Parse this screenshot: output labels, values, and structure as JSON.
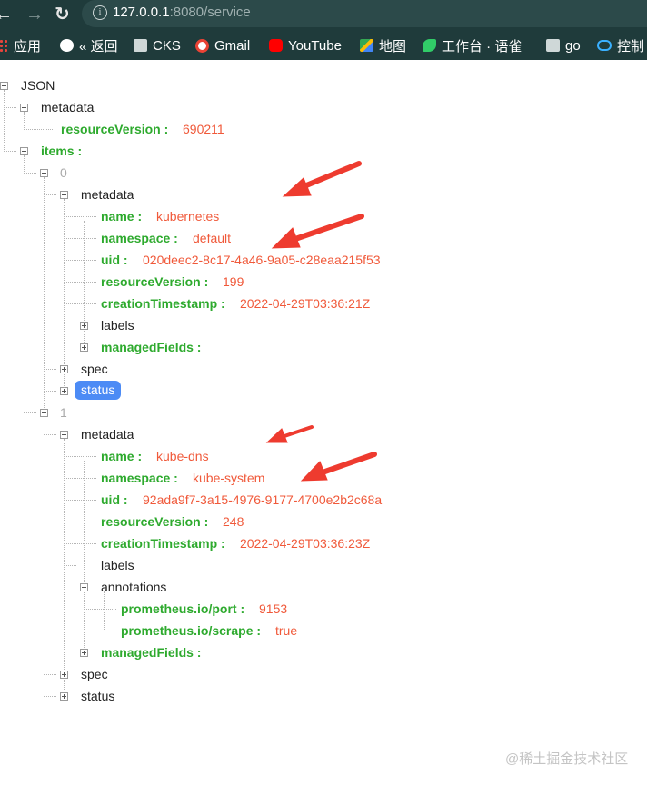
{
  "browser": {
    "nav": {
      "back": "←",
      "forward": "→",
      "reload": "↻"
    },
    "url_host": "127.0.0.1",
    "url_rest": ":8080/service",
    "bookmarks": [
      {
        "label": "应用",
        "icon": "apps-grid-icon",
        "color": "#e8453c"
      },
      {
        "label": "« 返回",
        "icon": "globe-icon",
        "color": "#ffffff"
      },
      {
        "label": "CKS",
        "icon": "folder-icon",
        "color": "#cfd8d8"
      },
      {
        "label": "Gmail",
        "icon": "google-icon",
        "color": "#ffffff"
      },
      {
        "label": "YouTube",
        "icon": "youtube-icon",
        "color": "#ff0000"
      },
      {
        "label": "地图",
        "icon": "maps-icon",
        "color": "#34a853"
      },
      {
        "label": "工作台 · 语雀",
        "icon": "yuque-icon",
        "color": "#31cc68"
      },
      {
        "label": "go",
        "icon": "folder-icon",
        "color": "#cfd8d8"
      },
      {
        "label": "控制",
        "icon": "cloud-icon",
        "color": "#3ab0ff"
      }
    ]
  },
  "tree": {
    "root": "JSON",
    "metadata_label": "metadata",
    "resourceVersion_key": "resourceVersion :",
    "resourceVersion_val": "690211",
    "items_key": "items :",
    "item0": {
      "index": "0",
      "metadata": "metadata",
      "name_key": "name :",
      "name_val": "kubernetes",
      "namespace_key": "namespace :",
      "namespace_val": "default",
      "uid_key": "uid :",
      "uid_val": "020deec2-8c17-4a46-9a05-c28eaa215f53",
      "rv_key": "resourceVersion :",
      "rv_val": "199",
      "ct_key": "creationTimestamp :",
      "ct_val": "2022-04-29T03:36:21Z",
      "labels": "labels",
      "managedFields": "managedFields :",
      "spec": "spec",
      "status": "status"
    },
    "item1": {
      "index": "1",
      "metadata": "metadata",
      "name_key": "name :",
      "name_val": "kube-dns",
      "namespace_key": "namespace :",
      "namespace_val": "kube-system",
      "uid_key": "uid :",
      "uid_val": "92ada9f7-3a15-4976-9177-4700e2b2c68a",
      "rv_key": "resourceVersion :",
      "rv_val": "248",
      "ct_key": "creationTimestamp :",
      "ct_val": "2022-04-29T03:36:23Z",
      "labels": "labels",
      "annotations": "annotations",
      "port_key": "prometheus.io/port :",
      "port_val": "9153",
      "scrape_key": "prometheus.io/scrape :",
      "scrape_val": "true",
      "managedFields": "managedFields :",
      "spec": "spec",
      "status": "status"
    }
  },
  "watermark": "@稀土掘金技术社区",
  "colors": {
    "key": "#2eaa2e",
    "value": "#f0593a",
    "selected": "#4c8bf5",
    "arrow": "#ee3b2f"
  }
}
